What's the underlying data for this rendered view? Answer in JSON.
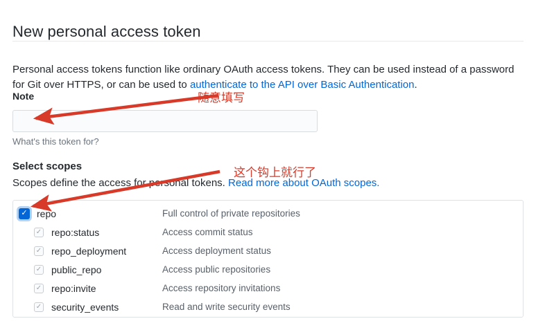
{
  "page": {
    "title": "New personal access token",
    "intro": {
      "text_before_link": "Personal access tokens function like ordinary OAuth access tokens. They can be used instead of a password for Git over HTTPS, or can be used to ",
      "link_text": "authenticate to the API over Basic Authentication",
      "text_after_link": "."
    },
    "note_field": {
      "label": "Note",
      "value": "",
      "help": "What's this token for?"
    },
    "scopes": {
      "heading": "Select scopes",
      "description": "Scopes define the access for personal tokens. ",
      "link_text": "Read more about OAuth scopes.",
      "items": [
        {
          "name": "repo",
          "description": "Full control of private repositories",
          "checked": true,
          "primary": true
        },
        {
          "name": "repo:status",
          "description": "Access commit status",
          "checked": true,
          "primary": false
        },
        {
          "name": "repo_deployment",
          "description": "Access deployment status",
          "checked": true,
          "primary": false
        },
        {
          "name": "public_repo",
          "description": "Access public repositories",
          "checked": true,
          "primary": false
        },
        {
          "name": "repo:invite",
          "description": "Access repository invitations",
          "checked": true,
          "primary": false
        },
        {
          "name": "security_events",
          "description": "Read and write security events",
          "checked": true,
          "primary": false
        }
      ],
      "checkmark": "✓"
    },
    "annotations": {
      "note_hint": "随意填写",
      "scope_hint": "这个钩上就行了",
      "annotation_color": "#d73a29"
    },
    "colors": {
      "link_blue": "#0366d6",
      "checkbox_checked_blue": "#0366d6",
      "checkbox_halo": "#b4d2f3",
      "text_primary": "#24292e",
      "text_muted": "#586069",
      "input_background": "#fafbfc",
      "border": "#dfe2e5",
      "annotation_red": "#d73a29"
    }
  }
}
